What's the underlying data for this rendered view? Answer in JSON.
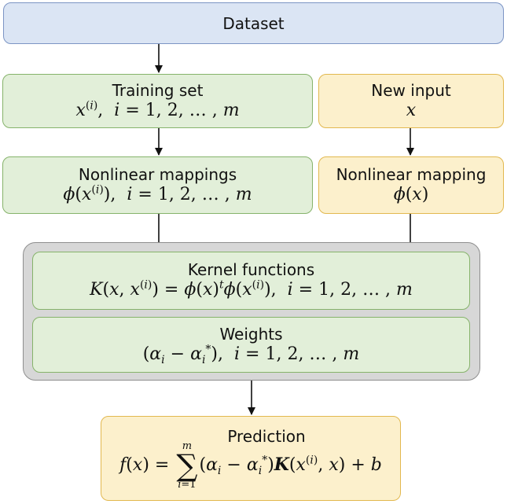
{
  "dataset": {
    "title": "Dataset"
  },
  "training_set": {
    "title": "Training set",
    "formula": "x^{(i)}, i = 1, 2, …, m"
  },
  "new_input": {
    "title": "New input",
    "formula": "x"
  },
  "nonlinear_mappings": {
    "title": "Nonlinear mappings",
    "formula": "φ(x^{(i)}), i = 1, 2, …, m"
  },
  "nonlinear_mapping": {
    "title": "Nonlinear mapping",
    "formula": "φ(x)"
  },
  "kernel_functions": {
    "title": "Kernel functions",
    "formula": "K(x, x^{(i)}) = φ(x)^t φ(x^{(i)}), i = 1, 2, …, m"
  },
  "weights": {
    "title": "Weights",
    "formula": "(α_i − α_i^*), i = 1, 2, …, m"
  },
  "prediction": {
    "title": "Prediction",
    "formula": "f(x) = Σ_{i=1}^{m} (α_i − α_i^*) K(x^{(i)}, x) + b"
  },
  "colors": {
    "blue_fill": "#dbe5f4",
    "blue_border": "#7c95c4",
    "green_fill": "#e2efd9",
    "green_border": "#86b36b",
    "yellow_fill": "#fcf0cc",
    "yellow_border": "#e2b84f",
    "gray_fill": "#d7d7d7",
    "gray_border": "#8e8e8e"
  }
}
